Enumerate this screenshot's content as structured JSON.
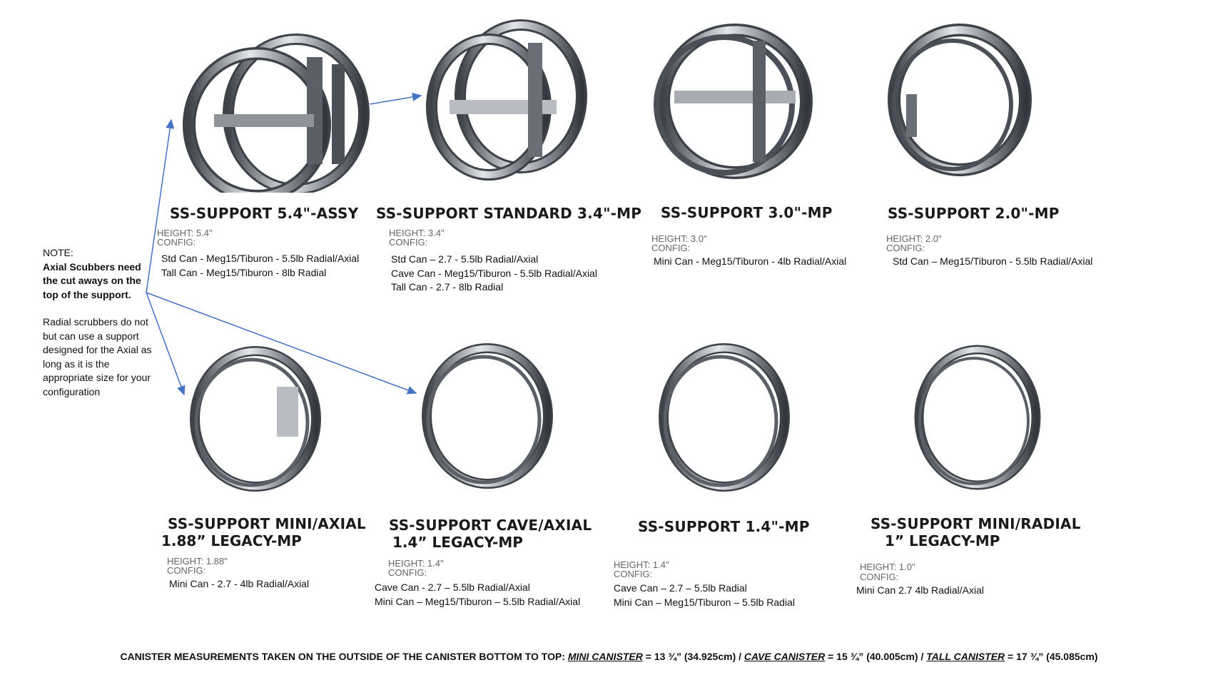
{
  "note": {
    "heading": "NOTE:",
    "bold": "Axial Scubbers need the cut aways on the top of the support.",
    "body": "Radial scrubbers do not but can use a support designed for the Axial as long as it is the appropriate size for your configuration"
  },
  "parts": [
    {
      "title": "SS-SUPPORT 5.4\"-ASSY",
      "title2": "",
      "height": "HEIGHT: 5.4\"",
      "config": "CONFIG:",
      "lines": [
        "Std Can - Meg15/Tiburon - 5.5lb Radial/Axial",
        "Tall Can - Meg15/Tiburon - 8lb Radial"
      ]
    },
    {
      "title": "SS-SUPPORT STANDARD 3.4\"-MP",
      "title2": "",
      "height": "HEIGHT: 3.4\"",
      "config": "CONFIG:",
      "lines": [
        "Std Can – 2.7 - 5.5lb Radial/Axial",
        "Cave Can - Meg15/Tiburon - 5.5lb Radial/Axial",
        "Tall Can - 2.7 - 8lb Radial"
      ]
    },
    {
      "title": "SS-SUPPORT 3.0\"-MP",
      "title2": "",
      "height": "HEIGHT: 3.0\"",
      "config": "CONFIG:",
      "lines": [
        "Mini Can - Meg15/Tiburon - 4lb Radial/Axial"
      ]
    },
    {
      "title": "SS-SUPPORT 2.0\"-MP",
      "title2": "",
      "height": "HEIGHT: 2.0\"",
      "config": "CONFIG:",
      "lines": [
        "Std Can – Meg15/Tiburon - 5.5lb Radial/Axial"
      ]
    },
    {
      "title": "SS-SUPPORT MINI/AXIAL",
      "title2": "1.88”   LEGACY-MP",
      "height": "HEIGHT: 1.88\"",
      "config": "CONFIG:",
      "lines": [
        "Mini Can - 2.7 - 4lb Radial/Axial"
      ]
    },
    {
      "title": "SS-SUPPORT CAVE/AXIAL",
      "title2": "1.4”    LEGACY-MP",
      "height": "HEIGHT: 1.4\"",
      "config": "CONFIG:",
      "lines": [
        "Cave Can - 2.7 – 5.5lb Radial/Axial",
        "Mini Can – Meg15/Tiburon – 5.5lb Radial/Axial"
      ]
    },
    {
      "title": "SS-SUPPORT 1.4\"-MP",
      "title2": "",
      "height": "HEIGHT: 1.4\"",
      "config": "CONFIG:",
      "lines": [
        "Cave Can – 2.7 – 5.5lb Radial",
        "Mini Can – Meg15/Tiburon – 5.5lb Radial"
      ]
    },
    {
      "title": "SS-SUPPORT MINI/RADIAL",
      "title2": "1”    LEGACY-MP",
      "height": "HEIGHT: 1.0\"",
      "config": "CONFIG:",
      "lines": [
        "Mini Can 2.7 4lb Radial/Axial"
      ]
    }
  ],
  "footer": {
    "prefix": "CANISTER MEASUREMENTS TAKEN ON THE OUTSIDE OF THE CANISTER BOTTOM TO TOP: ",
    "mini_label": "MINI CANISTER",
    "mini_value": " = 13 ¾” (34.925cm) / ",
    "cave_label": "CAVE CANISTER",
    "cave_value": " = 15 ¾” (40.005cm) / ",
    "tall_label": "TALL CANISTER",
    "tall_value": " = 17 ¾” (45.085cm)"
  },
  "colors": {
    "arrow": "#4472c4",
    "metal_dark": "#3e4249",
    "metal_light": "#d9dce1"
  }
}
